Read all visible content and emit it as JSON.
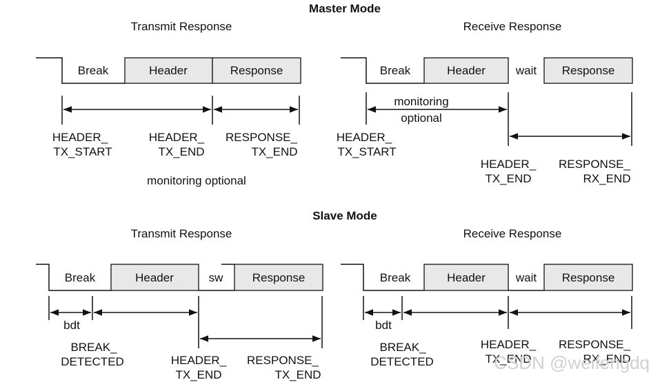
{
  "master": {
    "title": "Master Mode",
    "transmit": {
      "title": "Transmit Response",
      "break": "Break",
      "header": "Header",
      "response": "Response",
      "l1a": "HEADER_",
      "l1b": "TX_START",
      "l2a": "HEADER_",
      "l2b": "TX_END",
      "l3a": "RESPONSE_",
      "l3b": "TX_END",
      "note": "monitoring optional"
    },
    "receive": {
      "title": "Receive Response",
      "break": "Break",
      "header": "Header",
      "wait": "wait",
      "response": "Response",
      "mon_a": "monitoring",
      "mon_b": "optional",
      "l1a": "HEADER_",
      "l1b": "TX_START",
      "l2a": "HEADER_",
      "l2b": "TX_END",
      "l3a": "RESPONSE_",
      "l3b": "RX_END"
    }
  },
  "slave": {
    "title": "Slave Mode",
    "transmit": {
      "title": "Transmit Response",
      "break": "Break",
      "header": "Header",
      "sw": "sw",
      "response": "Response",
      "bdt": "bdt",
      "l1a": "BREAK_",
      "l1b": "DETECTED",
      "l2a": "HEADER_",
      "l2b": "TX_END",
      "l3a": "RESPONSE_",
      "l3b": "TX_END"
    },
    "receive": {
      "title": "Receive Response",
      "break": "Break",
      "header": "Header",
      "wait": "wait",
      "response": "Response",
      "bdt": "bdt",
      "l1a": "BREAK_",
      "l1b": "DETECTED",
      "l2a": "HEADER_",
      "l2b": "TX_END",
      "l3a": "RESPONSE_",
      "l3b": "RX_END"
    }
  },
  "watermark": "CSDN @weifengdq",
  "colors": {
    "box_fill": "#e8e8e8",
    "line": "#111111"
  }
}
